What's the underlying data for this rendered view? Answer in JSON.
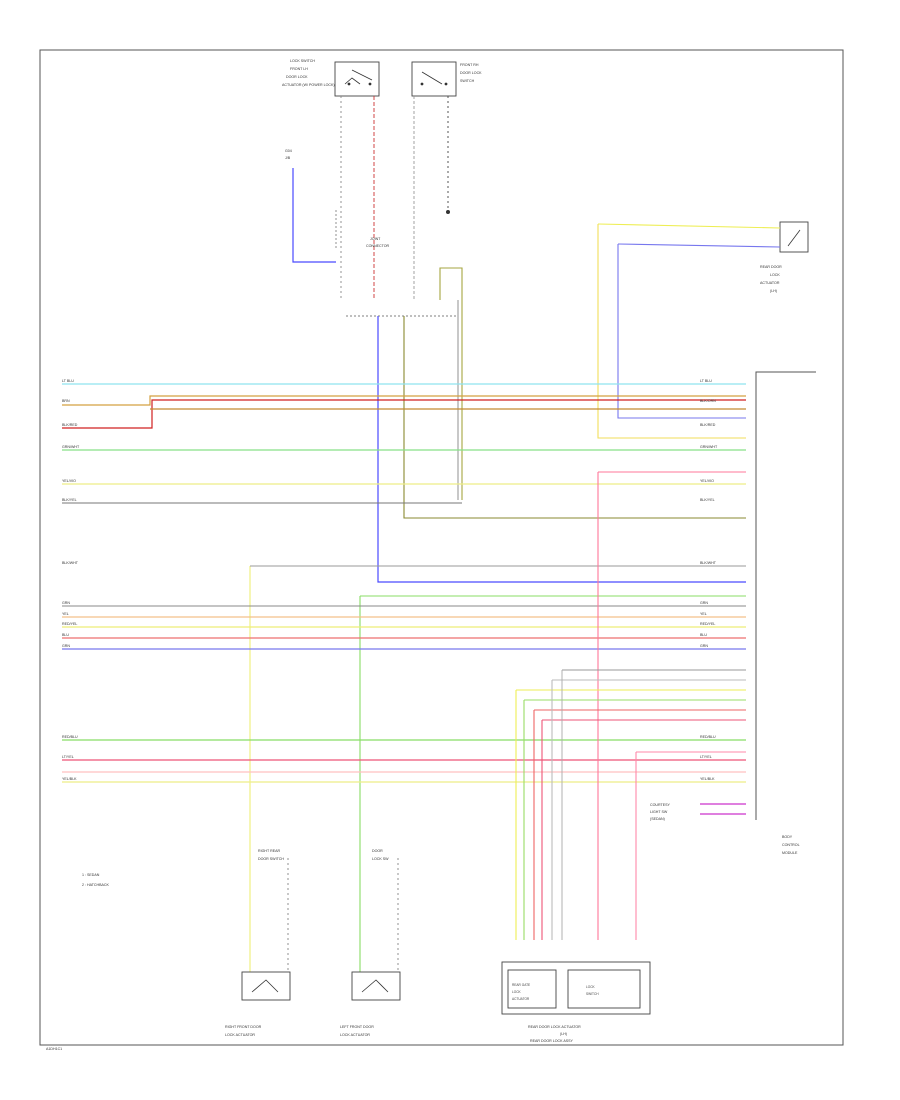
{
  "diagram": {
    "legend": [
      "1 : SEDAN",
      "2 : HATCHBACK"
    ],
    "footer_code": "A1DH1C1"
  },
  "components": {
    "lock_switch_left": {
      "label": [
        "LOCK SWITCH",
        "FRONT LH",
        "DOOR LOCK",
        "ACTUATOR (W/ POWER LOCK)"
      ]
    },
    "lock_switch_right": {
      "label": [
        "FRONT RH",
        "DOOR LOCK",
        "SWITCH"
      ]
    },
    "ground_ref": {
      "label": [
        "G04",
        "J/B"
      ]
    },
    "junction": {
      "label": [
        "JOINT",
        "CONNECTOR"
      ]
    },
    "rear_door_lh": {
      "label": [
        "REAR DOOR",
        "LOCK",
        "ACTUATOR",
        "(LH)"
      ]
    },
    "bcm": {
      "label": [
        "BODY",
        "CONTROL",
        "MODULE"
      ]
    },
    "rf_door": {
      "label": [
        "RIGHT FRONT DOOR",
        "LOCK ACTUATOR"
      ]
    },
    "lf_door": {
      "label": [
        "LEFT FRONT DOOR",
        "LOCK ACTUATOR"
      ]
    },
    "rr_actuator_sw": {
      "label": [
        "RIGHT REAR",
        "DOOR SWITCH"
      ]
    },
    "lr_actuator_sw": {
      "label": [
        "DOOR",
        "LOCK SW"
      ]
    },
    "rear_lock_unit": {
      "label": [
        "REAR DOOR LOCK ACTUATOR",
        "(LH)",
        "REAR DOOR LOCK ASSY"
      ],
      "inner_left": [
        "REAR GATE",
        "LOCK",
        "ACTUATOR"
      ],
      "inner_right": [
        "LOCK",
        "SWITCH"
      ]
    },
    "courtesy": {
      "label": [
        "COURTESY",
        "LIGHT SW",
        "(SEDAN)"
      ]
    }
  },
  "wires": [
    {
      "id": "w1",
      "left": "LT BLU",
      "right": "LT BLU",
      "color": "#8fe3ef"
    },
    {
      "id": "w2",
      "left": "BRN",
      "right": "BLK/ORN",
      "color": "#e8a060"
    },
    {
      "id": "w3",
      "left": "BLK/RED",
      "right": "BLK/RED",
      "color": "#d02020"
    },
    {
      "id": "w4",
      "left": "GRN/WHT",
      "right": "GRN/WHT",
      "color": "#7fdc7f"
    },
    {
      "id": "w5",
      "left": "YEL/VIO",
      "right": "YEL/VIO",
      "color": "#e9ef6c"
    },
    {
      "id": "w6",
      "left": "BLK/YEL",
      "right": "BLK/YEL",
      "color": "#777777"
    },
    {
      "id": "w7",
      "left": "BLK/WHT",
      "right": "BLK/WHT",
      "color": "#aaaaaa"
    },
    {
      "id": "w8",
      "left": "GRN",
      "right": "GRN",
      "color": "#f3c08a"
    },
    {
      "id": "w9",
      "left": "YEL",
      "right": "YEL",
      "color": "#eeee77"
    },
    {
      "id": "w10",
      "left": "RED/YEL",
      "right": "RED/YEL",
      "color": "#ee6f6f"
    },
    {
      "id": "w11",
      "left": "BLU",
      "right": "BLU",
      "color": "#7777ee"
    },
    {
      "id": "w12",
      "left": "GRN",
      "right": "GRN",
      "color": "#88dd66"
    },
    {
      "id": "w13",
      "left": "RED/BLU",
      "right": "RED/BLU",
      "color": "#ee5577"
    },
    {
      "id": "w14",
      "left": "LT/YEL",
      "right": "LT/YEL",
      "color": "#ffc0c0"
    },
    {
      "id": "w15",
      "left": "YEL/BLK",
      "right": "YEL/BLK",
      "color": "#eeee88"
    }
  ],
  "colors": {
    "frame": "#555555",
    "blue": "#4a4aff",
    "purple": "#cc33cc",
    "pink": "#ff7799",
    "yellow": "#f5f060",
    "olive": "#9a9a30",
    "green": "#66dd44",
    "orange": "#e89a40"
  }
}
